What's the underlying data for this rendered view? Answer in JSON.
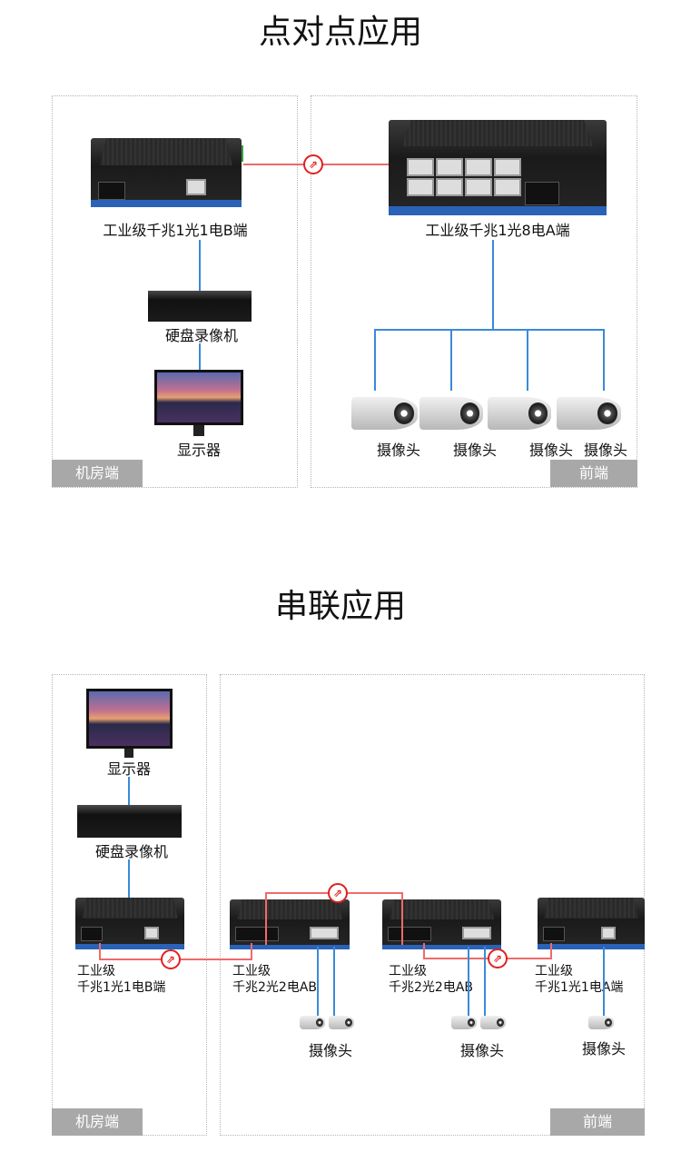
{
  "section1": {
    "title": "点对点应用",
    "left_tag": "机房端",
    "right_tag": "前端",
    "device_b_label": "工业级千兆1光1电B端",
    "device_a_label": "工业级千兆1光8电A端",
    "nvr_label": "硬盘录像机",
    "monitor_label": "显示器",
    "camera_labels": [
      "摄像头",
      "摄像头",
      "摄像头",
      "摄像头"
    ]
  },
  "section2": {
    "title": "串联应用",
    "left_tag": "机房端",
    "right_tag": "前端",
    "monitor_label": "显示器",
    "nvr_label": "硬盘录像机",
    "devices": [
      {
        "line1": "工业级",
        "line2": "千兆1光1电B端"
      },
      {
        "line1": "工业级",
        "line2": "千兆2光2电AB"
      },
      {
        "line1": "工业级",
        "line2": "千兆2光2电AB"
      },
      {
        "line1": "工业级",
        "line2": "千兆1光1电A端"
      }
    ],
    "camera_labels": [
      "摄像头",
      "摄像头",
      "摄像头"
    ]
  },
  "icons": {
    "fiber": "fiber-link-icon",
    "camera": "camera-icon"
  },
  "colors": {
    "fiber_line": "#f06a6a",
    "ethernet_line": "#3a8ad8",
    "tag_bg": "#a8a8a8"
  }
}
